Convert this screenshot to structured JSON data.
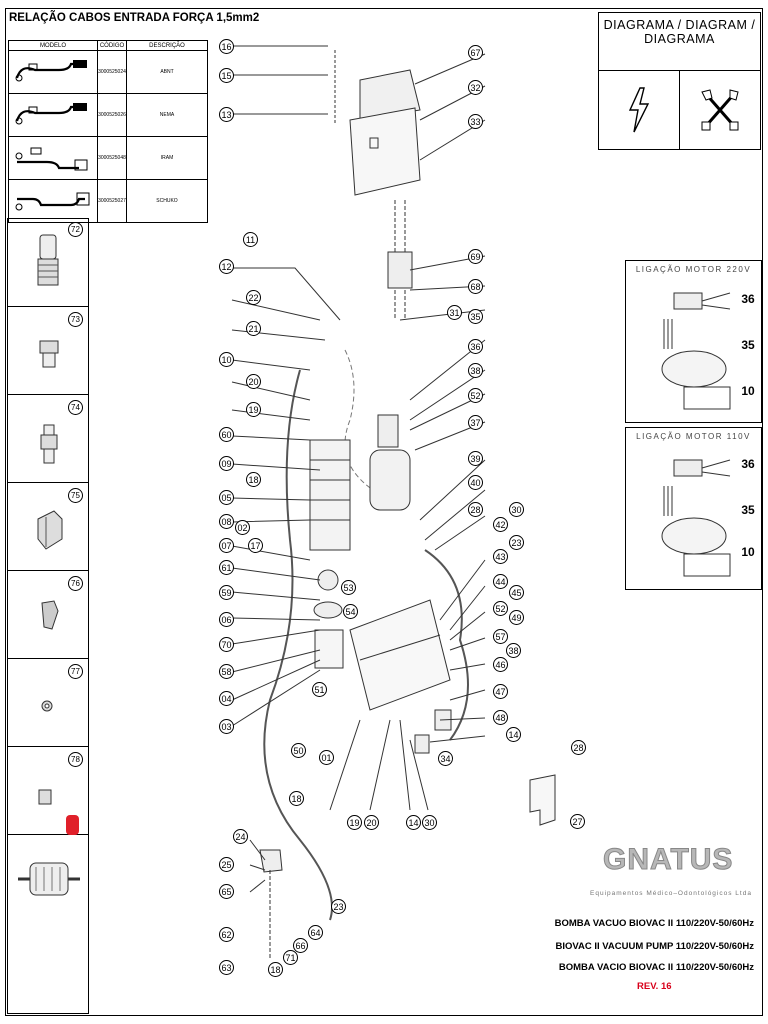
{
  "cables": {
    "title": "RELAÇÃO CABOS ENTRADA FORÇA 1,5mm2",
    "headers": [
      "MODELO",
      "CÓDIGO",
      "DESCRIÇÃO"
    ],
    "rows": [
      {
        "code": "3000525024",
        "desc": "ABNT"
      },
      {
        "code": "3000525026",
        "desc": "NEMA"
      },
      {
        "code": "3000525048",
        "desc": "IRAM"
      },
      {
        "code": "3000525027",
        "desc": "SCHUKO"
      }
    ]
  },
  "diagram_box": {
    "title_line1": "DIAGRAMA  /  DIAGRAM  /",
    "title_line2": "DIAGRAMA",
    "icons": [
      "lightning-icon",
      "tools-icon"
    ]
  },
  "side_parts": [
    "72",
    "73",
    "74",
    "75",
    "76",
    "77",
    "78"
  ],
  "motor_220": {
    "title": "LIGAÇÃO MOTOR 220V",
    "labels": [
      "36",
      "35",
      "10"
    ]
  },
  "motor_110": {
    "title": "LIGAÇÃO MOTOR 110V",
    "labels": [
      "36",
      "35",
      "10"
    ]
  },
  "callouts": {
    "left": [
      "16",
      "15",
      "13",
      "11",
      "12",
      "22",
      "21",
      "10",
      "20",
      "19",
      "60",
      "09",
      "18",
      "05",
      "08",
      "02",
      "07",
      "61",
      "59",
      "06",
      "70",
      "58",
      "04",
      "03",
      "17",
      "51",
      "50",
      "01",
      "18",
      "24",
      "25",
      "65",
      "62",
      "63",
      "18",
      "71",
      "66",
      "64",
      "23"
    ],
    "right": [
      "67",
      "32",
      "33",
      "69",
      "68",
      "31",
      "35",
      "36",
      "38",
      "52",
      "37",
      "39",
      "40",
      "28",
      "30",
      "42",
      "23",
      "43",
      "44",
      "45",
      "52",
      "49",
      "57",
      "38",
      "46",
      "47",
      "48",
      "14",
      "28",
      "27",
      "34",
      "53",
      "54"
    ],
    "bottom": [
      "19",
      "20",
      "14",
      "30"
    ]
  },
  "branding": {
    "logo": "GNATUS",
    "subtitle": "Equipamentos Médico–Odontológicos Ltda"
  },
  "titles": [
    "BOMBA VACUO BIOVAC II 110/220V-50/60Hz",
    "BIOVAC II VACUUM PUMP 110/220V-50/60Hz",
    "BOMBA VACIO BIOVAC II 110/220V-50/60Hz"
  ],
  "revision": "REV. 16",
  "colors": {
    "accent": "#d8001a",
    "logo": "#b7b7b7"
  }
}
